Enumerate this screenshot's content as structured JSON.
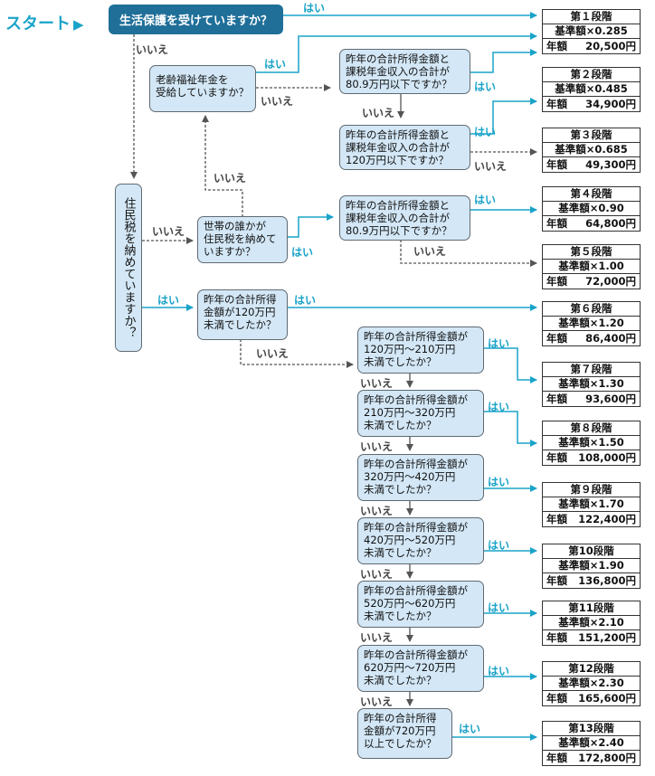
{
  "start": {
    "label": "スタート",
    "arrow": "▶"
  },
  "q_welfare": "生活保護を受けていますか？",
  "q_pension": "老齢福祉年金を\n受給していますか？",
  "q_income_a": "昨年の合計所得金額と\n課税年金収入の合計が\n80.9万円以下ですか？",
  "q_income_b": "昨年の合計所得金額と\n課税年金収入の合計が\n120万円以下ですか？",
  "q_resident": "住民税を納めていますか？",
  "q_household": "世帯の誰かが\n住民税を納めて\nいますか？",
  "q_income_c": "昨年の合計所得金額と\n課税年金収入の合計が\n80.9万円以下ですか？",
  "q_under120": "昨年の合計所得\n金額が120万円\n未満でしたか？",
  "q_ranges": [
    "昨年の合計所得金額が\n120万円～210万円\n未満でしたか？",
    "昨年の合計所得金額が\n210万円～320万円\n未満でしたか？",
    "昨年の合計所得金額が\n320万円～420万円\n未満でしたか？",
    "昨年の合計所得金額が\n420万円～520万円\n未満でしたか？",
    "昨年の合計所得金額が\n520万円～620万円\n未満でしたか？",
    "昨年の合計所得金額が\n620万円～720万円\n未満でしたか？",
    "昨年の合計所得\n金額が720万円\n以上でしたか？"
  ],
  "yes": "はい",
  "no": "いいえ",
  "annual_label": "年額",
  "results": [
    {
      "stage": "第１段階",
      "rate": "基準額×0.285",
      "amount": "20,500円"
    },
    {
      "stage": "第２段階",
      "rate": "基準額×0.485",
      "amount": "34,900円"
    },
    {
      "stage": "第３段階",
      "rate": "基準額×0.685",
      "amount": "49,300円"
    },
    {
      "stage": "第４段階",
      "rate": "基準額×0.90",
      "amount": "64,800円"
    },
    {
      "stage": "第５段階",
      "rate": "基準額×1.00",
      "amount": "72,000円"
    },
    {
      "stage": "第６段階",
      "rate": "基準額×1.20",
      "amount": "86,400円"
    },
    {
      "stage": "第７段階",
      "rate": "基準額×1.30",
      "amount": "93,600円"
    },
    {
      "stage": "第８段階",
      "rate": "基準額×1.50",
      "amount": "108,000円"
    },
    {
      "stage": "第９段階",
      "rate": "基準額×1.70",
      "amount": "122,400円"
    },
    {
      "stage": "第10段階",
      "rate": "基準額×1.90",
      "amount": "136,800円"
    },
    {
      "stage": "第11段階",
      "rate": "基準額×2.10",
      "amount": "151,200円"
    },
    {
      "stage": "第12段階",
      "rate": "基準額×2.30",
      "amount": "165,600円"
    },
    {
      "stage": "第13段階",
      "rate": "基準額×2.40",
      "amount": "172,800円"
    }
  ],
  "colors": {
    "yes_line": "#1aa3c8",
    "no_line": "#555555",
    "node_fill": "#d3e7f6",
    "start_fill": "#1f6f99"
  }
}
